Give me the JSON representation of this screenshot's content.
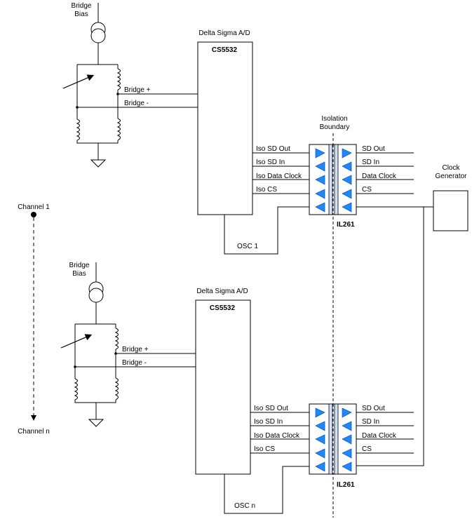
{
  "channel": {
    "start_label": "Channel 1",
    "end_label": "Channel n"
  },
  "isolation": {
    "boundary_label": "Isolation\nBoundary"
  },
  "clock_generator": {
    "label": "Clock\nGenerator"
  },
  "channels": [
    {
      "bias_label": "Bridge\nBias",
      "adc_title": "Delta Sigma A/D",
      "adc_part": "CS5532",
      "bridge_plus": "Bridge +",
      "bridge_minus": "Bridge -",
      "iso_signals": [
        "Iso SD Out",
        "Iso SD In",
        "Iso Data Clock",
        "Iso CS"
      ],
      "signals": [
        "SD Out",
        "SD In",
        "Data Clock",
        "CS"
      ],
      "isolator_part": "IL261",
      "osc_label": "OSC 1"
    },
    {
      "bias_label": "Bridge\nBias",
      "adc_title": "Delta Sigma A/D",
      "adc_part": "CS5532",
      "bridge_plus": "Bridge +",
      "bridge_minus": "Bridge -",
      "iso_signals": [
        "Iso SD Out",
        "Iso SD In",
        "Iso Data Clock",
        "Iso CS"
      ],
      "signals": [
        "SD Out",
        "SD In",
        "Data Clock",
        "CS"
      ],
      "isolator_part": "IL261",
      "osc_label": "OSC n"
    }
  ]
}
